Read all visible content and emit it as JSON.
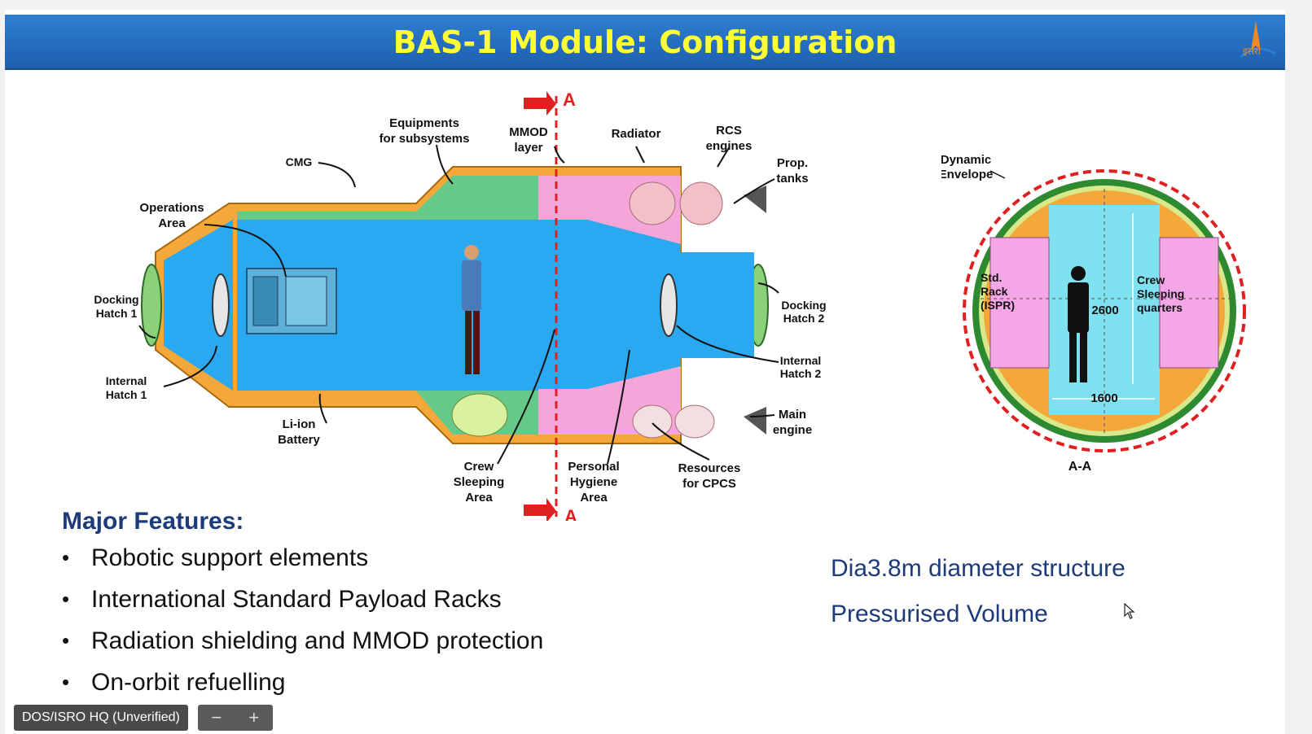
{
  "slide": {
    "title": "BAS-1 Module: Configuration",
    "logo_text": "इसरो"
  },
  "diagram": {
    "section_marker": "A",
    "labels": {
      "equipments": [
        "Equipments",
        "for subsystems"
      ],
      "mmod": [
        "MMOD",
        "layer"
      ],
      "radiator": "Radiator",
      "rcs": [
        "RCS",
        "engines"
      ],
      "prop_tanks": [
        "Prop.",
        "tanks"
      ],
      "cmg": "CMG",
      "operations": [
        "Operations",
        "Area"
      ],
      "docking1": [
        "Docking",
        "Hatch 1"
      ],
      "internal1": [
        "Internal",
        "Hatch 1"
      ],
      "li_ion": [
        "Li-ion",
        "Battery"
      ],
      "crew_sleeping": [
        "Crew",
        "Sleeping",
        "Area"
      ],
      "hygiene": [
        "Personal",
        "Hygiene",
        "Area"
      ],
      "resources": [
        "Resources",
        "for CPCS"
      ],
      "main_engine": [
        "Main",
        "engine"
      ],
      "internal2": [
        "Internal",
        "Hatch 2"
      ],
      "docking2": [
        "Docking",
        "Hatch 2"
      ]
    }
  },
  "section_view": {
    "dynamic_envelope": [
      "Dynamic",
      "Envelope"
    ],
    "std_rack": [
      "Std.",
      "Rack",
      "(ISPR)"
    ],
    "crew_quarters": [
      "Crew",
      "Sleeping",
      "quarters"
    ],
    "height_value": "2600",
    "width_value": "1600",
    "section_label": "A-A"
  },
  "features": {
    "title": "Major Features:",
    "items": [
      "Robotic support elements",
      "International Standard Payload Racks",
      "Radiation shielding and MMOD protection",
      "On-orbit refuelling"
    ]
  },
  "specs": {
    "line1": "Dia3.8m diameter structure",
    "line2": "Pressurised Volume"
  },
  "meeting_bar": {
    "participant_name": "DOS/ISRO HQ (Unverified)",
    "zoom_out": "−",
    "zoom_in": "+"
  },
  "colors": {
    "title_yellow": "#ffff33",
    "title_bar_blue": "#2f7fd1",
    "cabin_blue": "#2aa8f0",
    "equipment_green": "#66c98a",
    "propulsion_pink": "#f4a6d8",
    "shell_orange": "#f4a83a",
    "section_red": "#e02020",
    "feature_title_navy": "#1d3a7a"
  }
}
